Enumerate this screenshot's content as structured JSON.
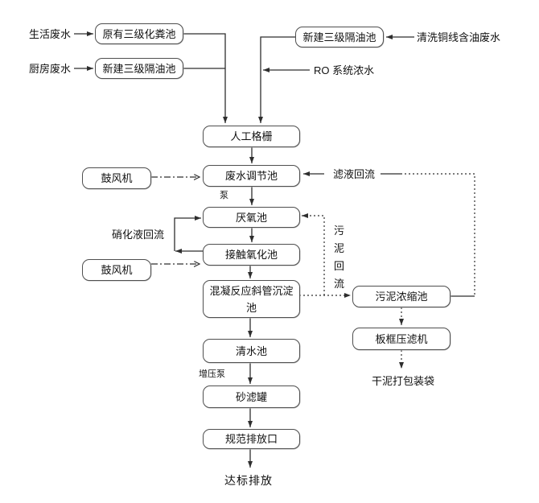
{
  "nodes": {
    "septic_tank": "原有三级化粪池",
    "grease_trap_left": "新建三级隔油池",
    "grease_trap_right": "新建三级隔油池",
    "manual_screen": "人工格栅",
    "blower_top": "鼓风机",
    "regulation_tank": "废水调节池",
    "anaerobic_tank": "厌氧池",
    "contact_oxidation_tank": "接触氧化池",
    "blower_bottom": "鼓风机",
    "coagulation_sedimentation_tank": "混凝反应斜管沉淀池",
    "clear_water_tank": "清水池",
    "sand_filter_tank": "砂滤罐",
    "standard_outlet": "规范排放口",
    "sludge_thickening_tank": "污泥浓缩池",
    "plate_frame_filter_press": "板框压滤机"
  },
  "labels": {
    "domestic_wastewater": "生活废水",
    "kitchen_wastewater": "厨房废水",
    "copper_wire_oily_wastewater": "清洗铜线含油废水",
    "ro_concentrate": "RO 系统浓水",
    "filtrate_reflux": "滤液回流",
    "pump": "泵",
    "nitrification_reflux": "硝化液回流",
    "sludge_reflux": "污泥回流",
    "booster_pump": "增压泵",
    "dry_sludge_bagging": "干泥打包装袋",
    "standard_discharge": "达标排放"
  },
  "colors": {
    "line": "#2e2e2e",
    "box_border": "#4f4f4f",
    "background": "#ffffff",
    "text": "#111111"
  }
}
